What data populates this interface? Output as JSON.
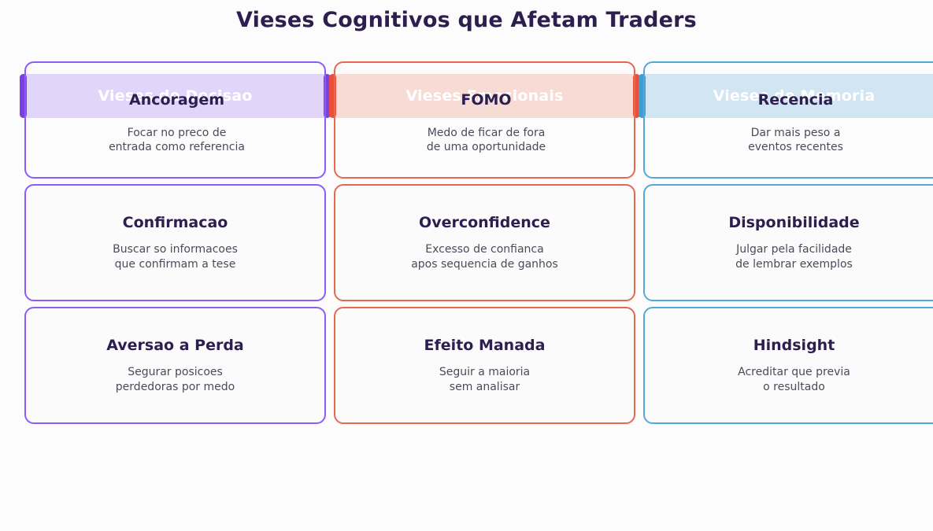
{
  "page": {
    "title": "Vieses Cognitivos que Afetam Traders",
    "title_color": "#2c1e4f",
    "background": "#fdfcfd"
  },
  "columns": [
    {
      "category": "Vieses de Decisao",
      "accent": "#7b3fe4",
      "banner_bg": "#e2d5fa",
      "border": "#8b5cf6",
      "card_bg": "#fcfbfc",
      "cards": [
        {
          "title": "Ancoragem",
          "desc": "Focar no preco de\nentrada como referencia"
        },
        {
          "title": "Confirmacao",
          "desc": "Buscar so informacoes\nque confirmam a tese"
        },
        {
          "title": "Aversao a Perda",
          "desc": "Segurar posicoes\nperdedoras por medo"
        }
      ]
    },
    {
      "category": "Vieses Emocionais",
      "accent": "#e8503a",
      "banner_bg": "#f7dbd5",
      "border": "#e8684f",
      "card_bg": "#fcfbfc",
      "cards": [
        {
          "title": "FOMO",
          "desc": "Medo de ficar de fora\nde uma oportunidade"
        },
        {
          "title": "Overconfidence",
          "desc": "Excesso de confianca\napos sequencia de ganhos"
        },
        {
          "title": "Efeito Manada",
          "desc": "Seguir a maioria\nsem analisar"
        }
      ]
    },
    {
      "category": "Vieses de Memoria",
      "accent": "#3b9fd4",
      "banner_bg": "#d2e5f2",
      "border": "#54a8d8",
      "card_bg": "#fcfbfc",
      "cards": [
        {
          "title": "Recencia",
          "desc": "Dar mais peso a\neventos recentes"
        },
        {
          "title": "Disponibilidade",
          "desc": "Julgar pela facilidade\nde lembrar exemplos"
        },
        {
          "title": "Hindsight",
          "desc": "Acreditar que previa\no resultado"
        }
      ]
    }
  ]
}
